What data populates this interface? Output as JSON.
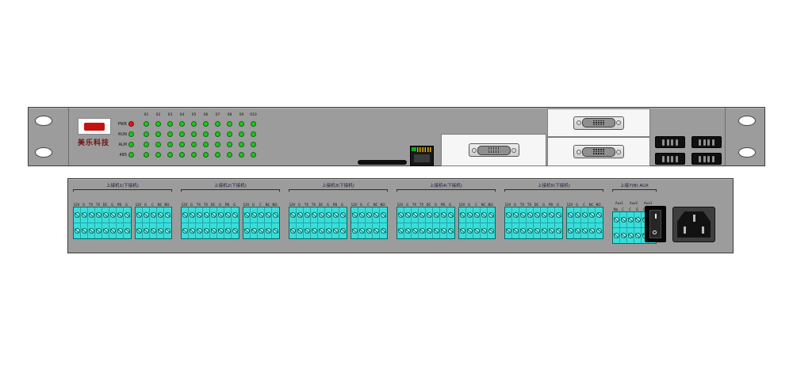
{
  "front_panel": {
    "logo_text": "美乐科技",
    "led_panel": {
      "col_headers": [
        "01",
        "02",
        "03",
        "04",
        "05",
        "06",
        "07",
        "08",
        "09",
        "010"
      ],
      "rows": [
        {
          "label": "PWR",
          "status_color": "#e81616",
          "matrix_color": "#1fc41f",
          "matrix_count": 10
        },
        {
          "label": "RUN",
          "status_color": "#1fc41f",
          "matrix_color": "#1fc41f",
          "matrix_count": 10
        },
        {
          "label": "ALM",
          "status_color": "#1fc41f",
          "matrix_color": "#1fc41f",
          "matrix_count": 10
        },
        {
          "label": "485",
          "status_color": "#1fc41f",
          "matrix_color": "#1fc41f",
          "matrix_count": 10
        }
      ]
    }
  },
  "rear_panel": {
    "groups": [
      {
        "label": "上接机1(下接机)",
        "blocks": [
          {
            "terminals": [
              "12V",
              "G",
              "TX",
              "TX",
              "DC",
              "G",
              "PB",
              "G"
            ]
          },
          {
            "terminals": [
              "12V",
              "G",
              "C",
              "NC",
              "NO"
            ]
          }
        ]
      },
      {
        "label": "上接机2(下接机)",
        "blocks": [
          {
            "terminals": [
              "12V",
              "G",
              "TX",
              "TX",
              "DC",
              "G",
              "PB",
              "G"
            ]
          },
          {
            "terminals": [
              "12V",
              "G",
              "C",
              "NC",
              "NO"
            ]
          }
        ]
      },
      {
        "label": "上接机3(下接机)",
        "blocks": [
          {
            "terminals": [
              "12V",
              "G",
              "TX",
              "TX",
              "DC",
              "G",
              "PB",
              "G"
            ]
          },
          {
            "terminals": [
              "12V",
              "G",
              "C",
              "NC",
              "NO"
            ]
          }
        ]
      },
      {
        "label": "上接机4(下接机)",
        "blocks": [
          {
            "terminals": [
              "12V",
              "G",
              "TX",
              "TX",
              "DC",
              "G",
              "PB",
              "G"
            ]
          },
          {
            "terminals": [
              "12V",
              "G",
              "C",
              "NC",
              "NO"
            ]
          }
        ]
      },
      {
        "label": "上接机5(下接机)",
        "blocks": [
          {
            "terminals": [
              "12V",
              "G",
              "TX",
              "TX",
              "DC",
              "G",
              "PB",
              "G"
            ]
          },
          {
            "terminals": [
              "12V",
              "G",
              "C",
              "NC",
              "NO"
            ]
          }
        ]
      },
      {
        "label": "上接7(B) AUX",
        "blocks": [
          {
            "span_headers": [
              "Aux1",
              "Aux2",
              "Aux3"
            ],
            "terminals": [
              "No",
              "C",
              "C",
              "G",
              "G",
              "G"
            ]
          }
        ]
      }
    ]
  },
  "colors": {
    "chassis": "#9c9c9c",
    "terminal_block": "#38deda",
    "led_green": "#1fc41f",
    "led_red": "#e81616"
  }
}
